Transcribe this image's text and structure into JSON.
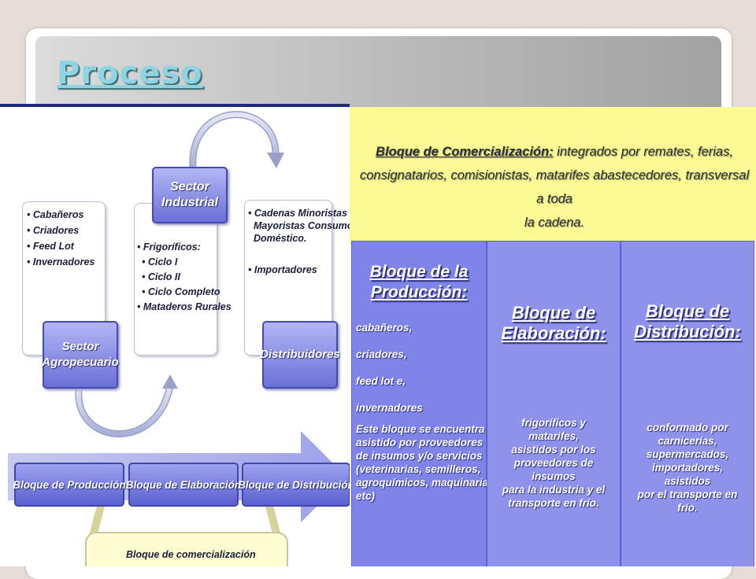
{
  "title": "Proceso",
  "left_diagram": {
    "producer_list": [
      "• Cabañeros",
      "• Criadores",
      "• Feed Lot",
      "• Invernadores"
    ],
    "industrial_list": [
      "• Frigoríficos:",
      "• Ciclo I",
      "• Ciclo II",
      "• Ciclo Completo",
      "• Mataderos Rurales"
    ],
    "distributor_list": [
      "• Cadenas Minoristas y",
      "Mayoristas Consumo",
      "Doméstico.",
      "• Importadores"
    ],
    "sectors": {
      "agro": [
        "Sector",
        "Agropecuario"
      ],
      "industrial": [
        "Sector",
        "Industrial"
      ],
      "distribuidores": "Distribuidores"
    },
    "phases": [
      "Bloque de Producción",
      "Bloque de Elaboración",
      "Bloque de Distribución"
    ],
    "commercialization": "Bloque de comercialización"
  },
  "right_panel": {
    "commercialization": {
      "heading": "Bloque de Comercialización:",
      "lines": [
        "integrados por remates, ferias,",
        "consignatarios, comisionistas, matarifes abastecedores, transversal a toda",
        "la cadena."
      ]
    },
    "produccion": {
      "heading": [
        "Bloque de la",
        "Producción:"
      ],
      "items": [
        "cabañeros,",
        "criadores,",
        "feed lot e,",
        "invernadores"
      ],
      "note": [
        "Este bloque se encuentra",
        "asistido por proveedores",
        "de insumos y/o servicios",
        "(veterinarias, semilleros,",
        "agroquímicos, maquinaria,",
        "etc)"
      ]
    },
    "elaboracion": {
      "heading": [
        "Bloque de",
        "Elaboración:"
      ],
      "body": [
        "frigoríficos y matarifes,",
        "asistidos por los",
        "proveedores de insumos",
        "para la industria y el",
        "transporte en frío."
      ]
    },
    "distribucion": {
      "heading": [
        "Bloque de",
        "Distribución:"
      ],
      "body": [
        "conformado por",
        "carnicerías,",
        "supermercados,",
        "importadores, asistidos",
        "por el transporte en frío."
      ]
    }
  },
  "colors": {
    "title": "#8fd4e0",
    "commercialization_bg": "#fbfa94",
    "block_purple": "#7f84e8",
    "rule": "#1c2a78"
  }
}
